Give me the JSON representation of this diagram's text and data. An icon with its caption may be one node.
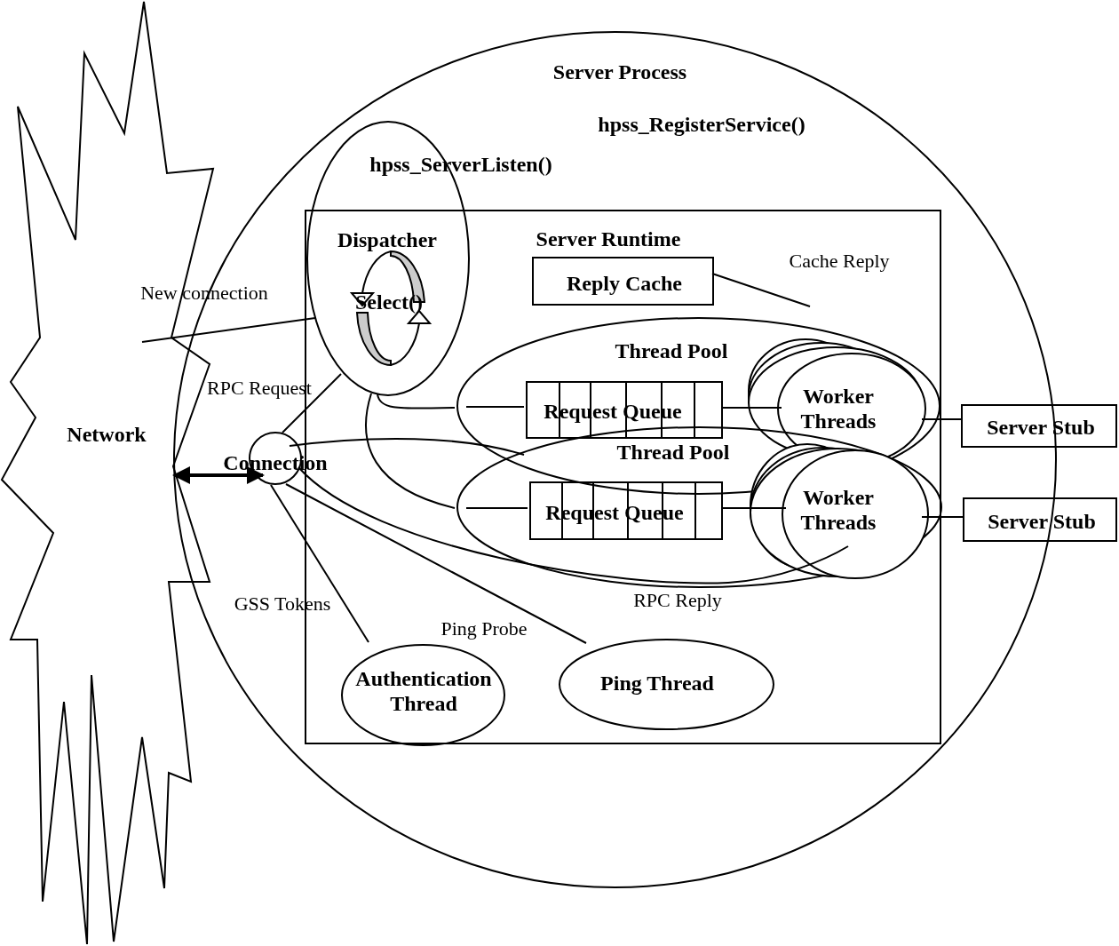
{
  "diagram": {
    "nodes": [
      {
        "text": [
          "Network"
        ]
      },
      {
        "text": [
          "Server Process",
          "hpss_RegisterService()"
        ]
      },
      {
        "text": [
          "hpss_ServerListen()",
          "Dispatcher",
          "Select()"
        ],
        "in": 1
      },
      {
        "text": [
          "Server Runtime"
        ],
        "in": 1
      },
      {
        "text": [
          "Reply Cache"
        ],
        "in": 3
      },
      {
        "text": [
          "Thread Pool"
        ],
        "in": 3
      },
      {
        "text": [
          "Request Queue"
        ],
        "in": 5
      },
      {
        "text": [
          "Worker Threads"
        ],
        "in": 5
      },
      {
        "text": [
          "Server Stub"
        ]
      },
      {
        "text": [
          "Thread Pool"
        ],
        "in": 3
      },
      {
        "text": [
          "Request Queue"
        ],
        "in": 9
      },
      {
        "text": [
          "Worker Threads"
        ],
        "in": 9
      },
      {
        "text": [
          "Server Stub"
        ]
      },
      {
        "text": [
          "Connection"
        ],
        "in": 1
      },
      {
        "text": [
          "Authentication Thread"
        ],
        "in": 3
      },
      {
        "text": [
          "Ping Thread"
        ],
        "in": 3
      }
    ],
    "edges": [
      {
        "from": 0,
        "to": 2,
        "arrow": "none",
        "label": "New connection"
      },
      {
        "from": 0,
        "to": 13,
        "arrow": "both",
        "style": "thick"
      },
      {
        "from": 13,
        "to": 2,
        "arrow": "none",
        "label": "RPC Request"
      },
      {
        "from": 2,
        "to": 5,
        "arrow": "none"
      },
      {
        "from": 5,
        "to": 6,
        "arrow": "none"
      },
      {
        "from": 6,
        "to": 7,
        "arrow": "none"
      },
      {
        "from": 7,
        "to": 8,
        "arrow": "none"
      },
      {
        "from": 2,
        "to": 9,
        "arrow": "none"
      },
      {
        "from": 9,
        "to": 10,
        "arrow": "none"
      },
      {
        "from": 10,
        "to": 11,
        "arrow": "none"
      },
      {
        "from": 11,
        "to": 12,
        "arrow": "none"
      },
      {
        "from": 4,
        "to": null,
        "arrow": "none",
        "label": "Cache Reply"
      },
      {
        "from": 13,
        "to": 9,
        "arrow": "none"
      },
      {
        "from": 11,
        "to": 13,
        "arrow": "none",
        "label": "RPC Reply"
      },
      {
        "from": 13,
        "to": 14,
        "arrow": "none",
        "label": "GSS Tokens"
      },
      {
        "from": 13,
        "to": 15,
        "arrow": "none",
        "label": "Ping Probe"
      }
    ]
  }
}
